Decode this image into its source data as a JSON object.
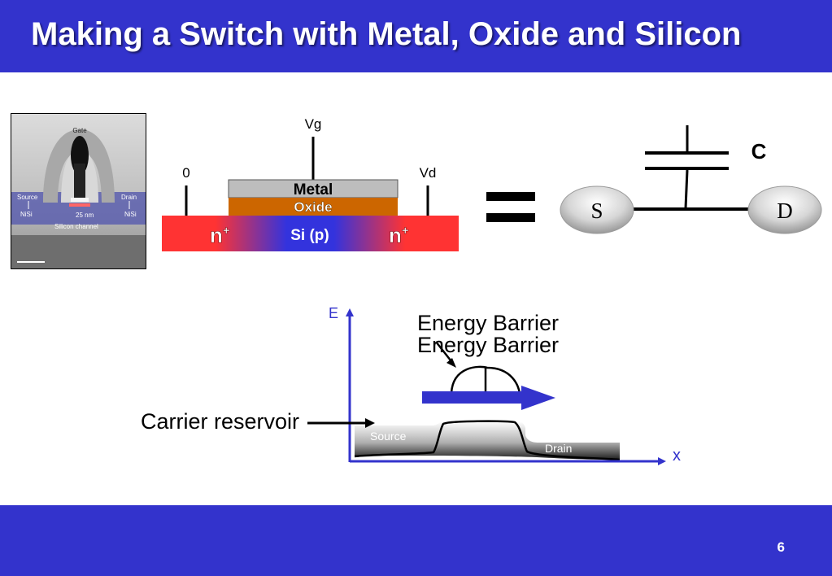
{
  "slide": {
    "title": "Making a Switch with Metal, Oxide and Silicon",
    "page_number": "6"
  },
  "micrograph": {
    "gate": "Gate",
    "source": "Source",
    "drain": "Drain",
    "nisi_left": "NiSi",
    "nisi_right": "NiSi",
    "dimension": "25 nm",
    "channel": "Silicon channel"
  },
  "mosfet": {
    "vg": "Vg",
    "v0": "0",
    "vd": "Vd",
    "metal": "Metal",
    "oxide": "Oxide",
    "si": "Si (p)",
    "n_left": "n",
    "n_right": "n",
    "superscript": "+"
  },
  "equals": "=",
  "circuit": {
    "cap": "C",
    "source": "S",
    "drain": "D"
  },
  "energy": {
    "e_axis": "E",
    "x_axis": "x",
    "barrier_1": "Energy Barrier",
    "barrier_2": "Energy Barrier",
    "reservoir": "Carrier reservoir",
    "source": "Source",
    "drain": "Drain"
  },
  "colors": {
    "accent_blue": "#3333cc",
    "oxide_orange": "#cc6600",
    "n_red": "#ff3333",
    "arrow_blue": "#3333cc"
  }
}
